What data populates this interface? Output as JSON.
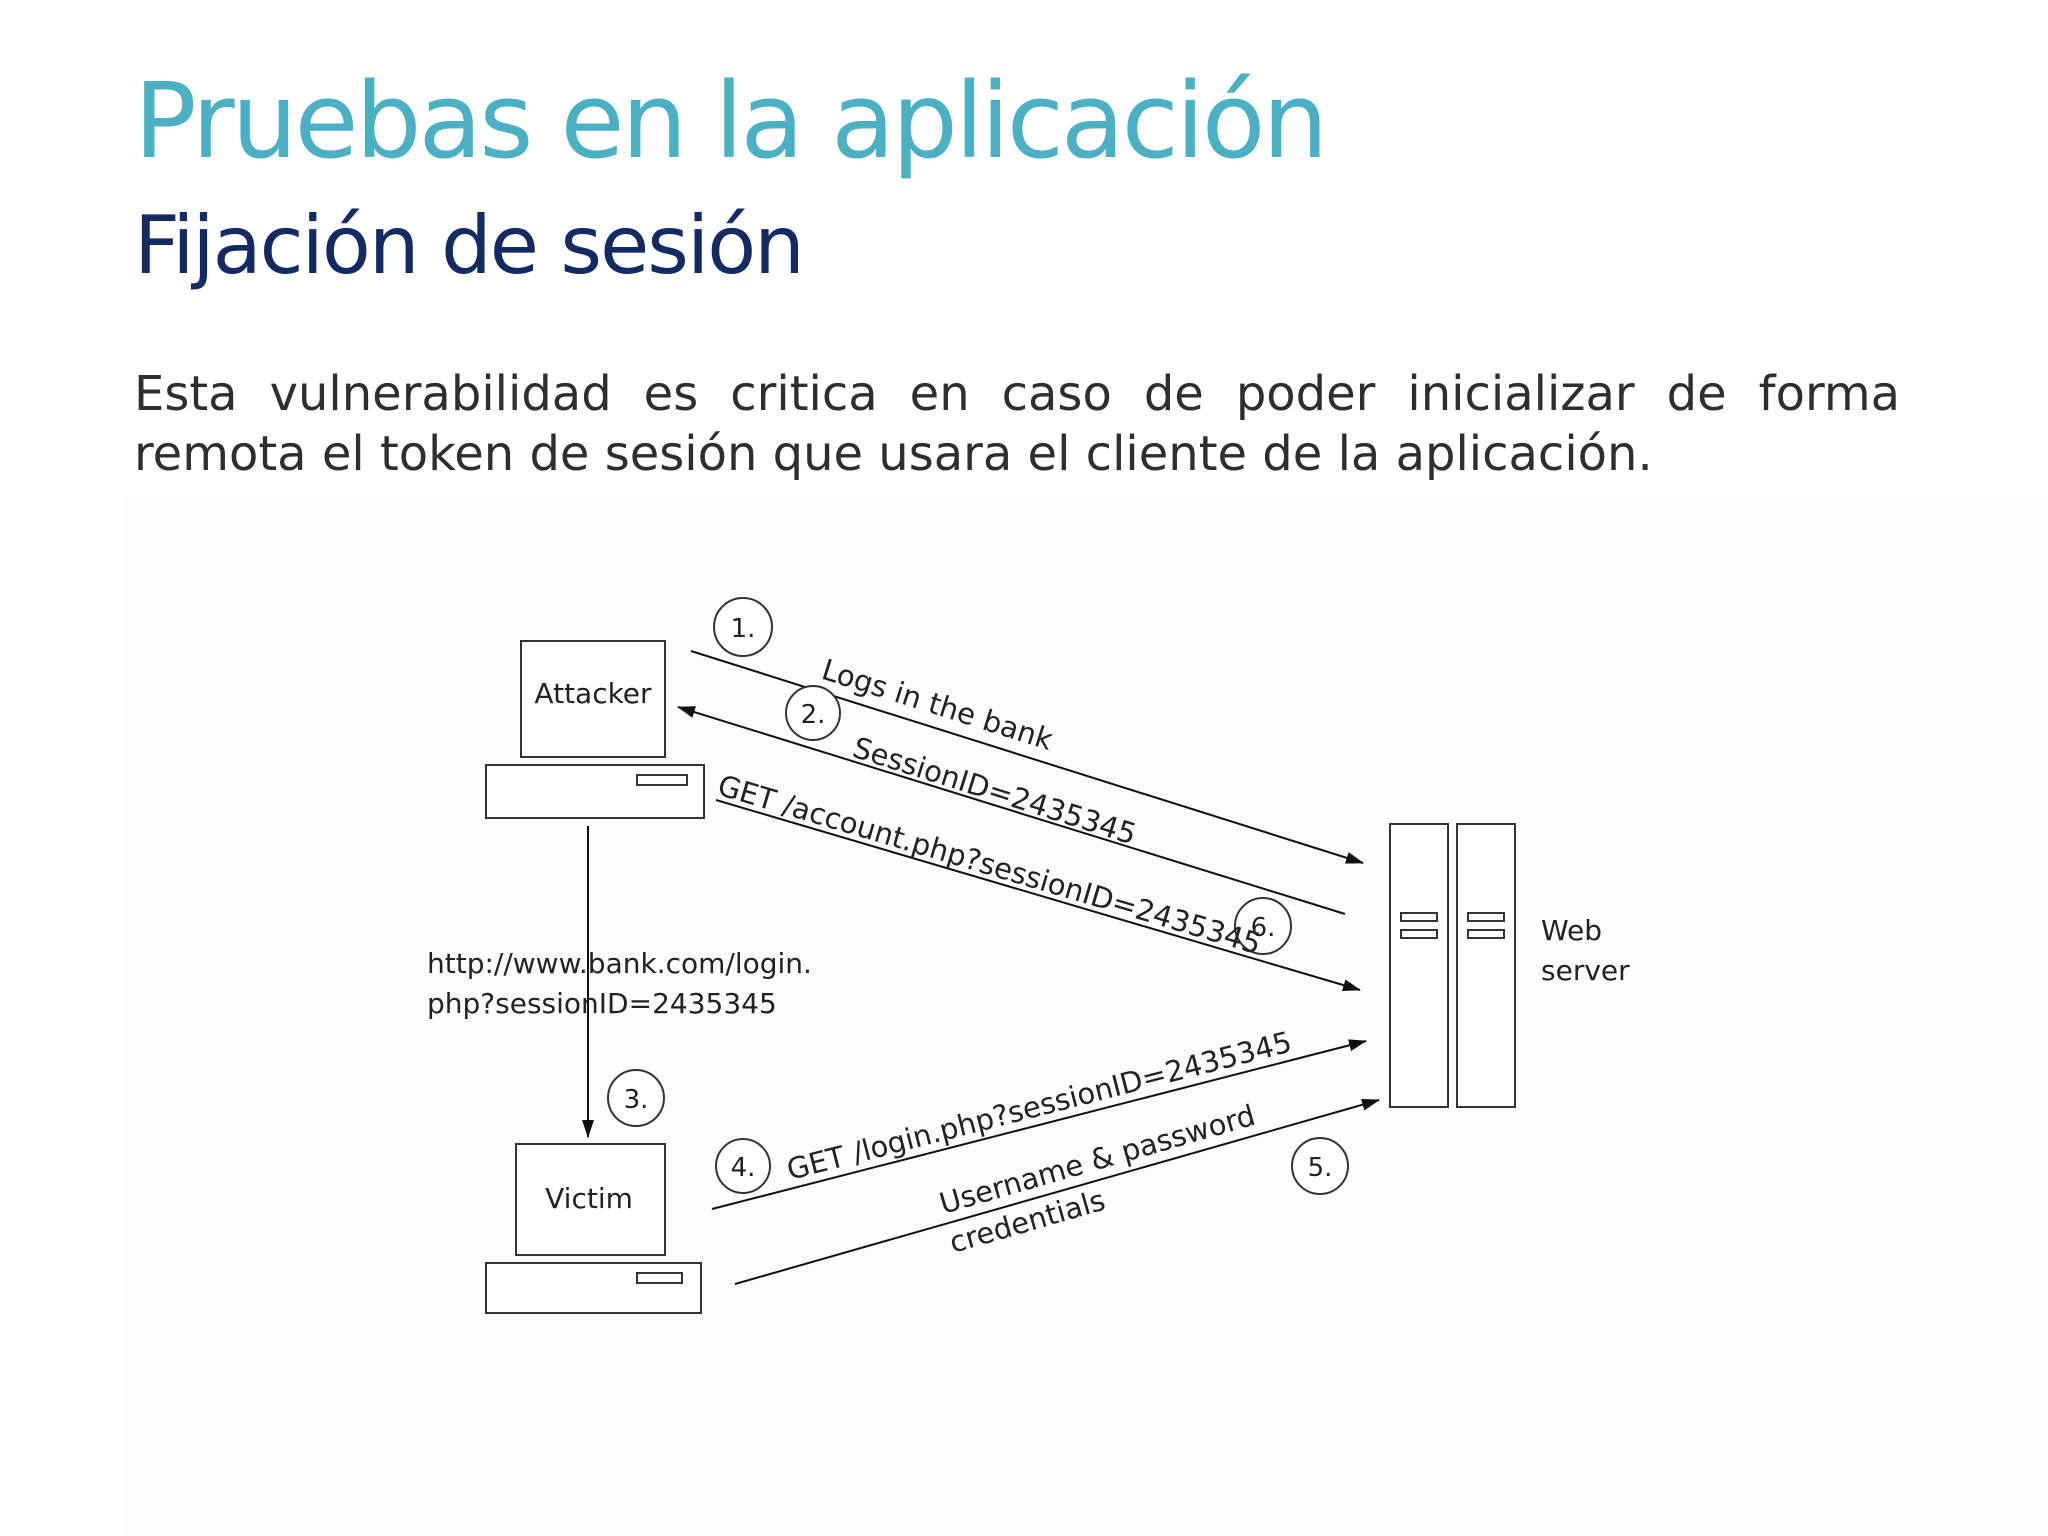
{
  "slide": {
    "title": "Pruebas en la aplicación",
    "subtitle": "Fijación de sesión",
    "body": "Esta vulnerabilidad es critica en caso de poder inicializar de forma remota el token de sesión que usara el cliente de la aplicación."
  },
  "diagram": {
    "nodes": {
      "attacker": "Attacker",
      "victim": "Victim",
      "server_line1": "Web",
      "server_line2": "server"
    },
    "steps": {
      "s1": "1.",
      "s2": "2.",
      "s3": "3.",
      "s4": "4.",
      "s5": "5.",
      "s6": "6."
    },
    "labels": {
      "logs_in": "Logs in the bank",
      "session_id": "SessionID=2435345",
      "get_account": "GET /account.php?sessionID=2435345",
      "url_line1": "http://www.bank.com/login.",
      "url_line2": "php?sessionID=2435345",
      "get_login": "GET /login.php?sessionID=2435345",
      "credentials_line1": "Username & password",
      "credentials_line2": "credentials"
    }
  }
}
